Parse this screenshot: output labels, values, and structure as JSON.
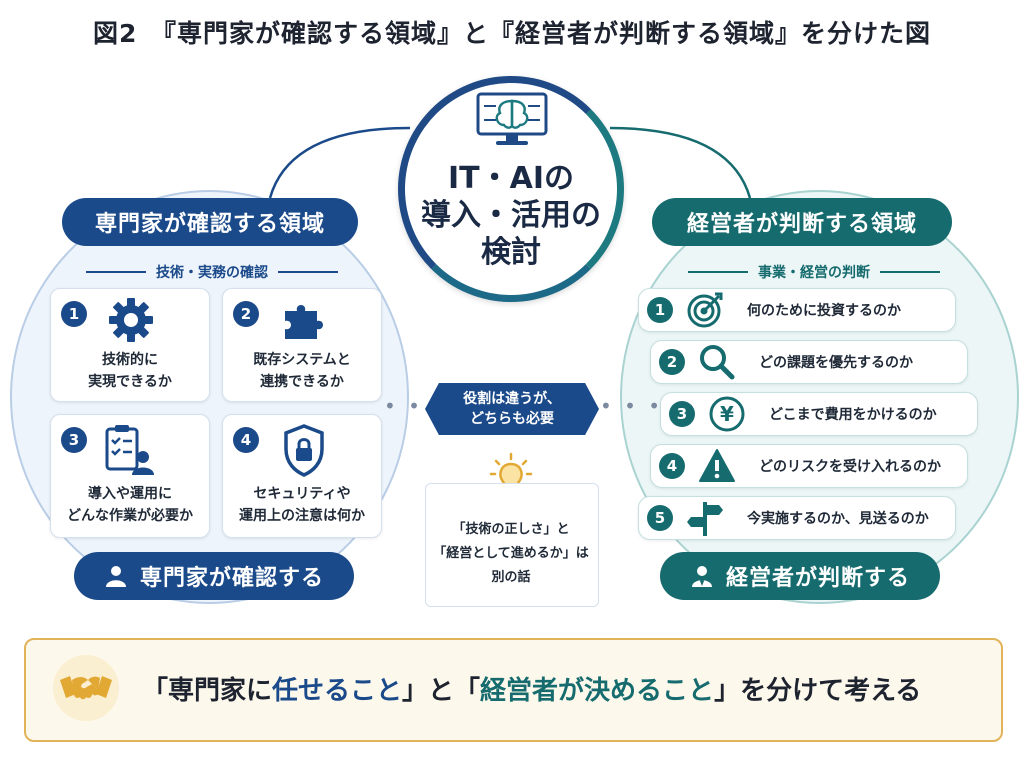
{
  "title": "図2　『専門家が確認する領域』と『経営者が判断する領域』を分けた図",
  "center": {
    "line1": "IT・AIの",
    "line2": "導入・活用の",
    "line3": "検討",
    "icon": "ai-brain-monitor-icon"
  },
  "left": {
    "header": "専門家が確認する領域",
    "subheader": "技術・実務の確認",
    "cards": [
      {
        "num": "1",
        "icon": "gear-icon",
        "line1": "技術的に",
        "line2": "実現できるか"
      },
      {
        "num": "2",
        "icon": "puzzle-icon",
        "line1": "既存システムと",
        "line2": "連携できるか"
      },
      {
        "num": "3",
        "icon": "checklist-person-icon",
        "line1": "導入や運用に",
        "line2": "どんな作業が必要か"
      },
      {
        "num": "4",
        "icon": "shield-lock-icon",
        "line1": "セキュリティや",
        "line2": "運用上の注意は何か"
      }
    ],
    "footer": "専門家が確認する"
  },
  "right": {
    "header": "経営者が判断する領域",
    "subheader": "事業・経営の判断",
    "items": [
      {
        "num": "1",
        "icon": "target-icon",
        "text": "何のために投資するのか"
      },
      {
        "num": "2",
        "icon": "magnifier-icon",
        "text": "どの課題を優先するのか"
      },
      {
        "num": "3",
        "icon": "yen-icon",
        "text": "どこまで費用をかけるのか"
      },
      {
        "num": "4",
        "icon": "warning-icon",
        "text": "どのリスクを受け入れるのか"
      },
      {
        "num": "5",
        "icon": "signpost-icon",
        "text": "今実施するのか、見送るのか"
      }
    ],
    "footer": "経営者が判断する"
  },
  "middle": {
    "pill_line1": "役割は違うが、",
    "pill_line2": "どちらも必要",
    "note_line1": "「技術の正しさ」と",
    "note_line2": "「経営として進めるか」は",
    "note_line3": "別の話",
    "note_icon": "lightbulb-icon"
  },
  "banner": {
    "icon": "handshake-icon",
    "p1": "「専門家に",
    "p2": "任せること",
    "p3": "」と「",
    "p4": "経営者が決めること",
    "p5": "」を分けて考える"
  },
  "colors": {
    "blue": "#1b4a8a",
    "teal": "#166b6e",
    "gold": "#e1b45a"
  }
}
